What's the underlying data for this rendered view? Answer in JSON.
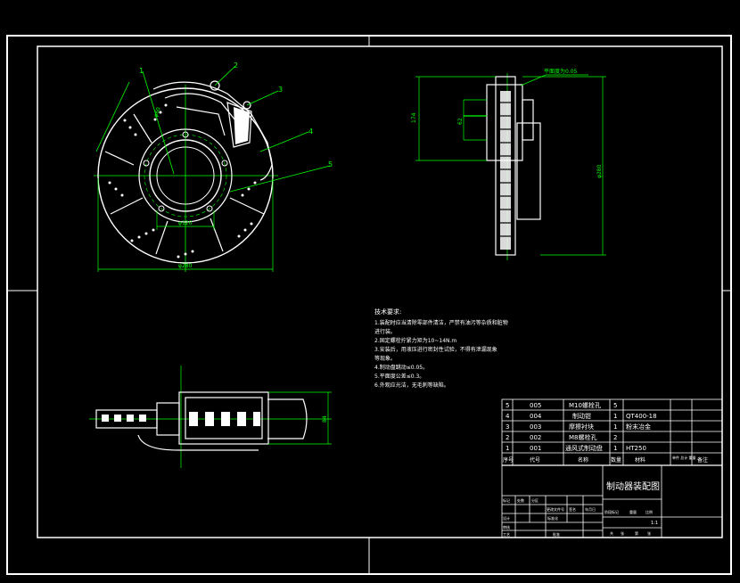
{
  "drawing": {
    "title": "制动器装配图",
    "scale_text": "1:1"
  },
  "callouts": [
    "1",
    "2",
    "3",
    "4",
    "5"
  ],
  "dimensions": {
    "top_right_note": "平面度为0.05",
    "front_width": "φ280",
    "front_hub": "φ120",
    "front_bore": "φ60",
    "side_height": "174",
    "side_overall": "φ280",
    "side_small": "62",
    "bottom_height": "84"
  },
  "tech_req": {
    "heading": "技术要求:",
    "lines": [
      "1.装配时应当清除零部件清洁，严禁有油污等杂质和脏物",
      "进行装。",
      "2.固定螺栓拧紧力矩为10~14N.m",
      "3.安装后，用液压进行密封性试验，不得有泄漏现象",
      "等现象。",
      "4.制动盘跳动≤0.05。",
      "5.平面度公差≤0.3。",
      "6.外观应光洁，无毛刺等缺陷。"
    ]
  },
  "bom": {
    "rows": [
      {
        "no": "5",
        "code": "005",
        "name": "M10螺栓孔",
        "qty": "5",
        "material": ""
      },
      {
        "no": "4",
        "code": "004",
        "name": "制动钳",
        "qty": "1",
        "material": "QT400-18"
      },
      {
        "no": "3",
        "code": "003",
        "name": "摩擦衬块",
        "qty": "1",
        "material": "粉末冶金"
      },
      {
        "no": "2",
        "code": "002",
        "name": "M8螺栓孔",
        "qty": "2",
        "material": ""
      },
      {
        "no": "1",
        "code": "001",
        "name": "通风式制动盘",
        "qty": "1",
        "material": "HT250"
      }
    ],
    "headers": {
      "no": "序号",
      "code": "代号",
      "name": "名称",
      "qty": "数量",
      "material": "材料",
      "weight": "单件 总计 重量",
      "remark": "备注"
    }
  },
  "title_block": {
    "small_labels": [
      "标记",
      "处数",
      "分区",
      "更改文件号",
      "签名",
      "年月日"
    ],
    "row2": [
      "设计",
      "标准化"
    ],
    "stage_labels": [
      "阶段标记",
      "重量",
      "比例"
    ],
    "bottom_labels": [
      "审核",
      "工艺",
      "批准"
    ],
    "sheet_labels": [
      "共",
      "张",
      "第",
      "张"
    ]
  },
  "colors": {
    "frame": "#ffffff",
    "dimension": "#00ff00",
    "leader": "#00ff00",
    "geometry": "#ffffff",
    "accent": "#ffff00",
    "background": "#000000"
  }
}
